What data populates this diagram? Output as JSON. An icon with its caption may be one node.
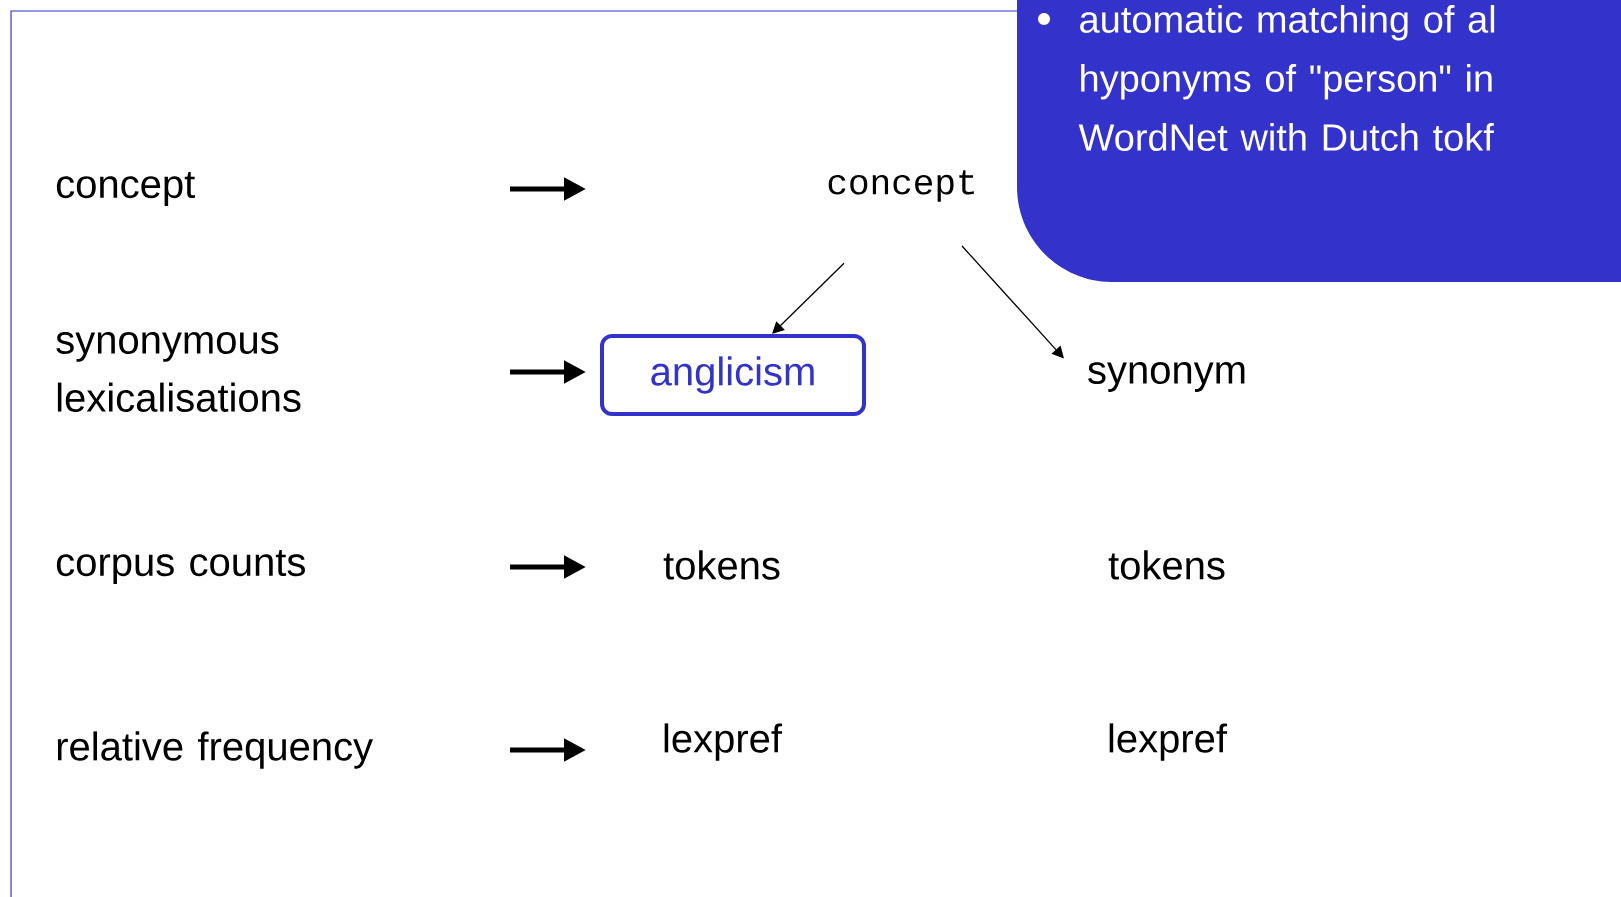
{
  "diagram": {
    "nodes": [
      {
        "text": [
          "concept"
        ]
      },
      {
        "text": [
          "synonymous lexicalisations"
        ]
      },
      {
        "text": [
          "corpus counts"
        ]
      },
      {
        "text": [
          "relative frequency"
        ]
      },
      {
        "text": [
          "concept"
        ]
      },
      {
        "text": [
          "anglicism"
        ]
      },
      {
        "text": [
          "synonym"
        ]
      },
      {
        "text": [
          "tokens"
        ]
      },
      {
        "text": [
          "tokens"
        ]
      },
      {
        "text": [
          "lexpref"
        ]
      },
      {
        "text": [
          "lexpref"
        ]
      },
      {
        "text": [
          "automatic matching of al hyponyms of \"person\" in WordNet with Dutch tokf"
        ]
      }
    ],
    "edges": [
      {
        "from": 4,
        "to": 5,
        "arrow": "to"
      },
      {
        "from": 4,
        "to": 6,
        "arrow": "to"
      }
    ]
  }
}
